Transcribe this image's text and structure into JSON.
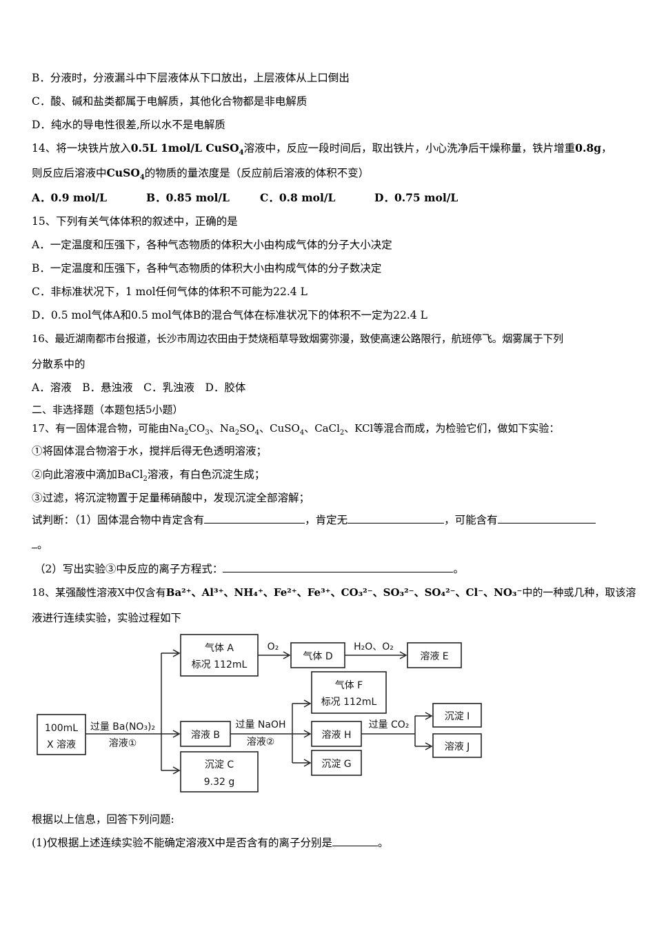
{
  "q13": {
    "optB": "B．分液时，分液漏斗中下层液体从下口放出，上层液体从上口倒出",
    "optC": "C．酸、碱和盐类都属于电解质，其他化合物都是非电解质",
    "optD": "D．纯水的导电性很差,所以水不是电解质"
  },
  "q14": {
    "line1_a": "14、将一块铁片放入",
    "line1_b": "0.5L 1mol/L CuSO",
    "line1_sub": "4",
    "line1_c": "溶液中，反应一段时间后，取出铁片，小心洗净后干燥称量，铁片增重",
    "line1_d": "0.8g",
    "line1_e": "，",
    "line2_a": "则反应后溶液中",
    "line2_b": "CuSO",
    "line2_sub": "4",
    "line2_c": "的物质的量浓度是（反应前后溶液的体积不变）",
    "optA": "A．0.9 mol/L",
    "optB": "B．0.85 mol/L",
    "optC": "C．0.8 mol/L",
    "optD": "D．0.75 mol/L"
  },
  "q15": {
    "stem": "15、下列有关气体体积的叙述中，正确的是",
    "optA": "A．一定温度和压强下，各种气态物质的体积大小由构成气体的分子大小决定",
    "optB": "B．一定温度和压强下，各种气态物质的体积大小由构成气体的分子数决定",
    "optC": "C．非标准状况下，1 mol任何气体的体积不可能为22.4 L",
    "optD": "D．0.5 mol气体A和0.5 mol气体B的混合气体在标准状况下的体积不一定为22.4 L"
  },
  "q16": {
    "line1": "16、最近湖南都市台报道，长沙市周边农田由于焚烧稻草导致烟雾弥漫，致使高速公路限行，航班停飞。烟雾属于下列",
    "line2": "分散系中的",
    "options": "A．溶液　B．悬浊液　C．乳浊液　D．胶体"
  },
  "section2": "二、非选择题（本题包括5小题）",
  "q17": {
    "stem_a": "17、有一固体混合物，可能由Na",
    "stem_b": "CO",
    "stem_c": "、Na",
    "stem_d": "SO",
    "stem_e": "、CuSO",
    "stem_f": "、CaCl",
    "stem_g": "、KCl等混合而成，为检验它们，做如下实验：",
    "sub2": "2",
    "sub3": "3",
    "sub4": "4",
    "step1": "①将固体混合物溶于水，搅拌后得无色透明溶液；",
    "step2_a": "②向此溶液中滴加BaCl",
    "step2_b": "溶液，有白色沉淀生成；",
    "step3": "③过滤，将沉淀物置于足量稀硝酸中，发现沉淀全部溶解；",
    "judge_a": "试判断：（1）固体混合物中肯定含有",
    "judge_b": "，肯定无",
    "judge_c": "，可能含有",
    "judge_end": "。",
    "part2_a": "（2）写出实验③中反应的离子方程式：",
    "part2_end": "。"
  },
  "q18": {
    "line1_a": "18、某强酸性溶液X中仅含有",
    "line1_ions": "Ba²⁺、Al³⁺、NH₄⁺、Fe²⁺、Fe³⁺、CO₃²⁻、SO₃²⁻、SO₄²⁻、Cl⁻、NO₃⁻",
    "line1_b": "中的一种或几种，取该溶",
    "line2": "液进行连续实验，实验过程如下",
    "diagram": {
      "x_line1": "100mL",
      "x_line2": "X 溶液",
      "reagent1_line1": "过量 Ba(NO₃)₂",
      "reagent1_line2": "溶液①",
      "gasA_line1": "气体 A",
      "gasA_line2": "标况 112mL",
      "o2": "O₂",
      "gasD": "气体 D",
      "h2o_o2": "H₂O、O₂",
      "solE": "溶液 E",
      "solB": "溶液 B",
      "precipC_line1": "沉淀 C",
      "precipC_line2": "9.32 g",
      "reagent2_line1": "过量 NaOH",
      "reagent2_line2": "溶液②",
      "gasF_line1": "气体 F",
      "gasF_line2": "标况 112mL",
      "solH": "溶液 H",
      "precipG": "沉淀 G",
      "co2": "过量 CO₂",
      "precipI": "沉淀 I",
      "solJ": "溶液 J"
    },
    "answer_intro": "根据以上信息，回答下列问题:",
    "sub1_a": "(1)仅根据上述连续实验不能确定溶液X中是否含有的离子分别是",
    "sub1_end": "。"
  }
}
